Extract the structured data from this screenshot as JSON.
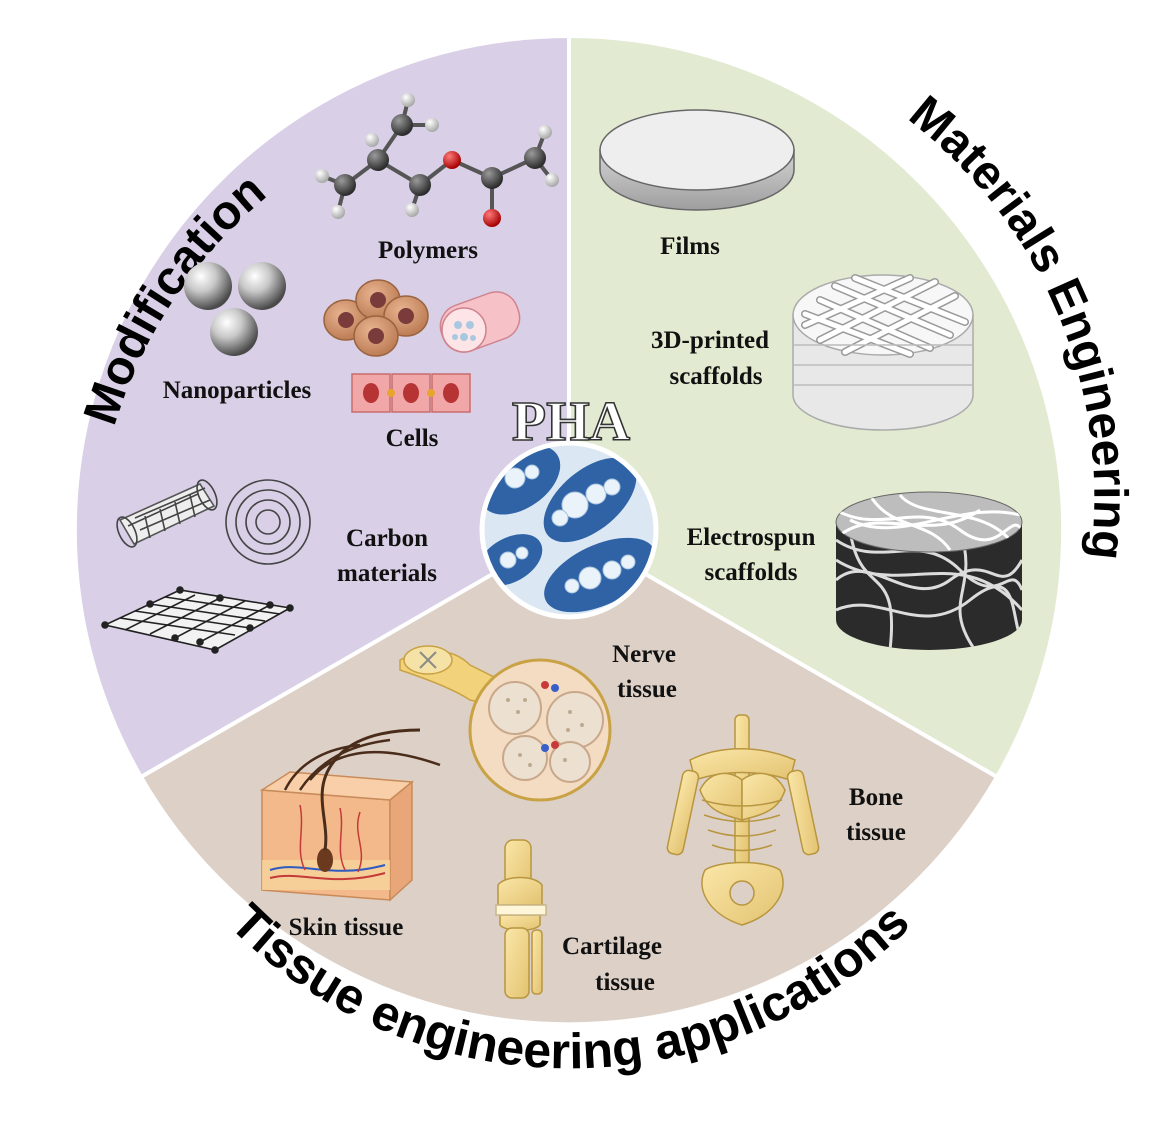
{
  "center": {
    "title": "PHA"
  },
  "sections": {
    "modification": {
      "title": "Modification",
      "color": "#d9cfe6",
      "items": {
        "polymers": "Polymers",
        "nanoparticles": "Nanoparticles",
        "cells": "Cells",
        "carbon_line1": "Carbon",
        "carbon_line2": "materials"
      }
    },
    "materials_engineering": {
      "title": "Materials Engineering",
      "color": "#e2ead1",
      "items": {
        "films": "Films",
        "printed_line1": "3D-printed",
        "printed_line2": "scaffolds",
        "electrospun_line1": "Electrospun",
        "electrospun_line2": "scaffolds"
      }
    },
    "tissue_engineering": {
      "title": "Tissue engineering applications",
      "color": "#ddd0c6",
      "items": {
        "nerve_line1": "Nerve",
        "nerve_line2": "tissue",
        "bone_line1": "Bone",
        "bone_line2": "tissue",
        "skin": "Skin tissue",
        "cartilage_line1": "Cartilage",
        "cartilage_line2": "tissue"
      }
    }
  }
}
